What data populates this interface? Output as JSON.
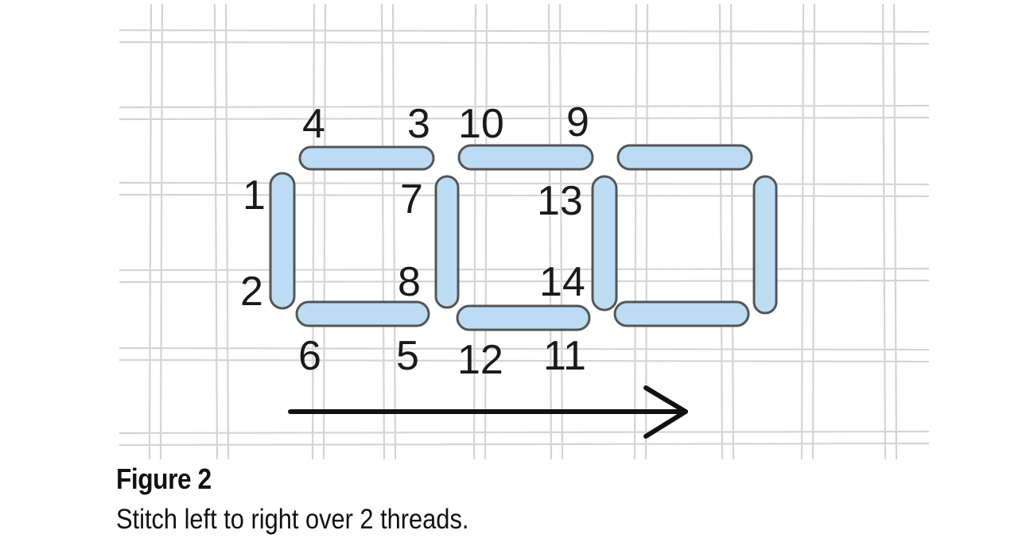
{
  "diagram": {
    "stitch_numbers": [
      "1",
      "2",
      "3",
      "4",
      "5",
      "6",
      "7",
      "8",
      "9",
      "10",
      "11",
      "12",
      "13",
      "14"
    ],
    "colors": {
      "stitch_fill": "#bcdcf3",
      "stitch_outline": "#555555",
      "canvas_thread": "#d4d4d4",
      "arrow": "#111111"
    },
    "direction": "left-to-right"
  },
  "caption": {
    "title": "Figure 2",
    "text": "Stitch left to right over 2 threads."
  }
}
